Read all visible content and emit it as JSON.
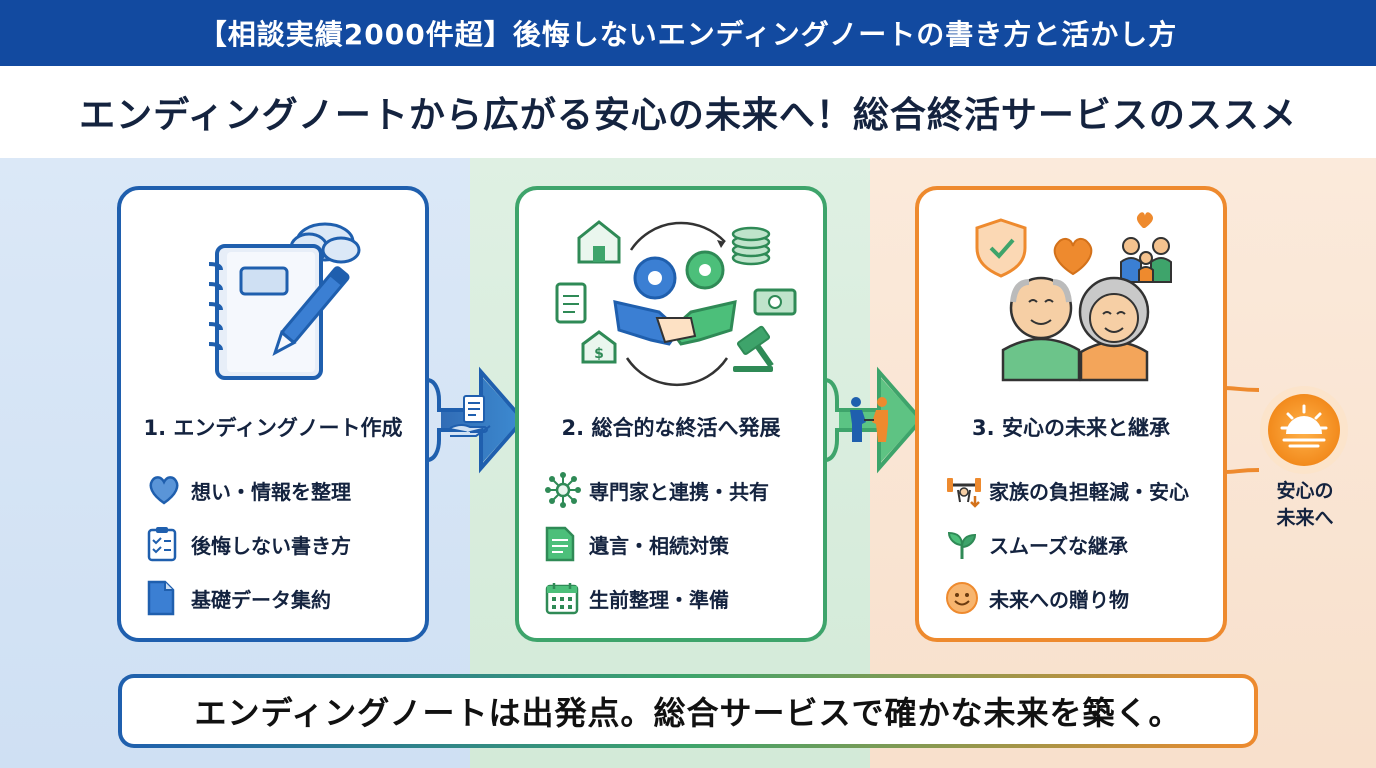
{
  "banner": {
    "title": "【相談実績2000件超】後悔しないエンディングノートの書き方と活かし方"
  },
  "headline": {
    "text": "エンディングノートから広がる安心の未来へ！総合終活サービスのススメ"
  },
  "steps": [
    {
      "title": "1. エンディングノート作成",
      "items": [
        {
          "label": "想い・情報を整理",
          "icon": "heart-icon"
        },
        {
          "label": "後悔しない書き方",
          "icon": "checklist-icon"
        },
        {
          "label": "基礎データ集約",
          "icon": "document-icon"
        }
      ],
      "color": "#1f5fae"
    },
    {
      "title": "2. 総合的な終活へ発展",
      "items": [
        {
          "label": "専門家と連携・共有",
          "icon": "network-icon"
        },
        {
          "label": "遺言・相続対策",
          "icon": "will-document-icon"
        },
        {
          "label": "生前整理・準備",
          "icon": "calendar-icon"
        }
      ],
      "color": "#3ea46b"
    },
    {
      "title": "3. 安心の未来と継承",
      "items": [
        {
          "label": "家族の負担軽減・安心",
          "icon": "weight-relief-icon"
        },
        {
          "label": "スムーズな継承",
          "icon": "sprout-icon"
        },
        {
          "label": "未来への贈り物",
          "icon": "smile-icon"
        }
      ],
      "color": "#ee8a2e"
    }
  ],
  "goal": {
    "label_line1": "安心の",
    "label_line2": "未来へ",
    "icon": "sunrise-icon"
  },
  "bottom": {
    "message": "エンディングノートは出発点。総合サービスで確かな未来を築く。"
  }
}
